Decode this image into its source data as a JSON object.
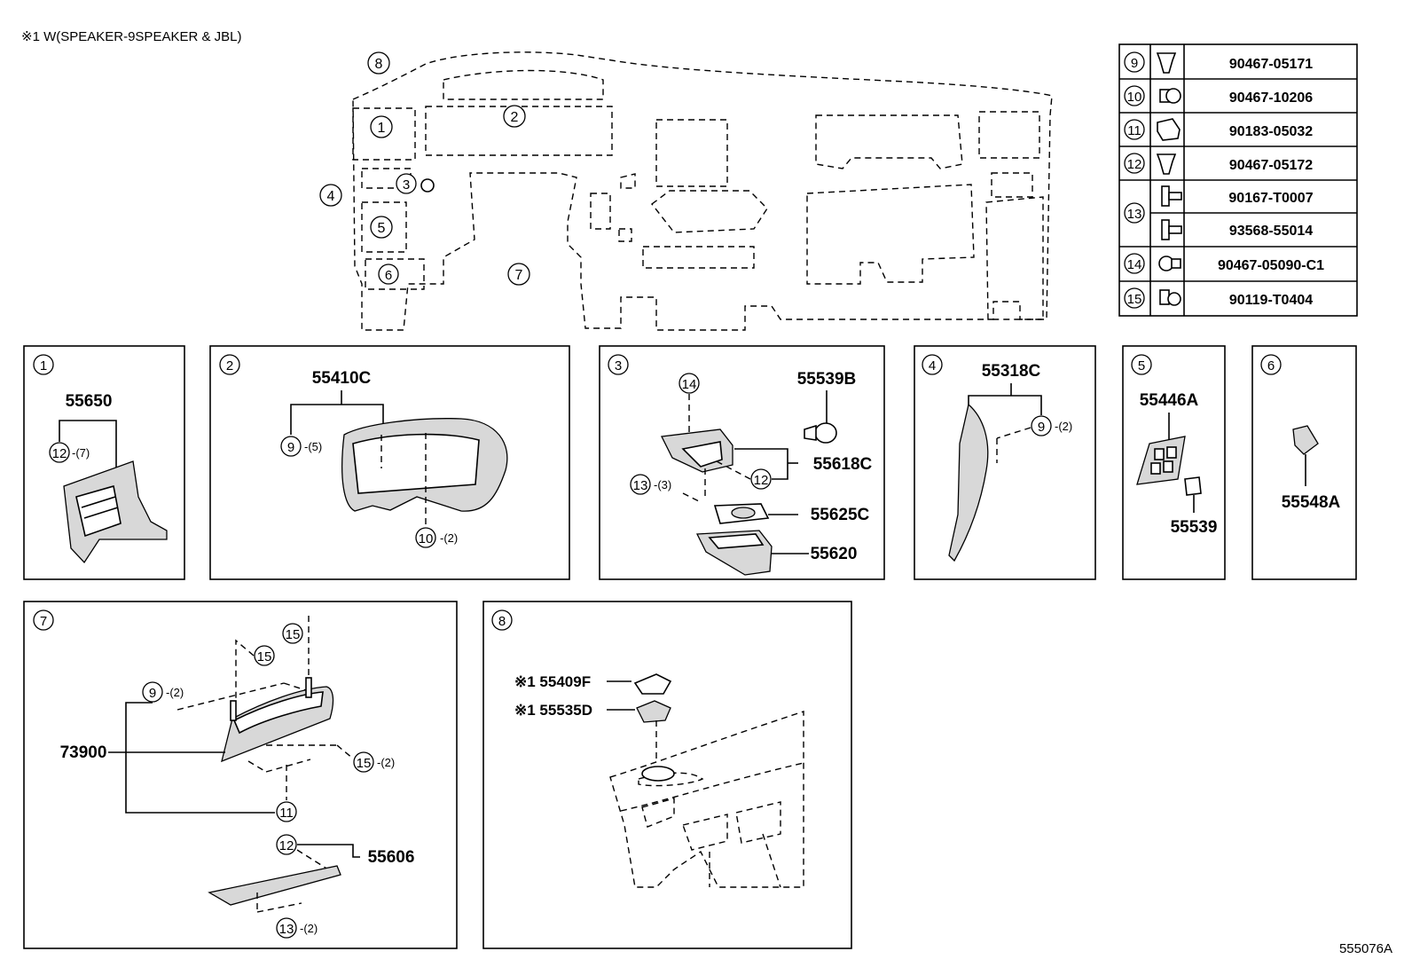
{
  "note": "※1 W(SPEAKER-9SPEAKER & JBL)",
  "figure_id": "555076A",
  "overview_callouts": [
    "1",
    "2",
    "3",
    "4",
    "5",
    "6",
    "7",
    "8"
  ],
  "parts_table": [
    {
      "ref": "9",
      "part": "90467-05171",
      "icon": "push-clip-icon"
    },
    {
      "ref": "10",
      "part": "90467-10206",
      "icon": "rivet-clip-icon"
    },
    {
      "ref": "11",
      "part": "90183-05032",
      "icon": "u-nut-icon"
    },
    {
      "ref": "12",
      "part": "90467-05172",
      "icon": "push-clip-icon"
    },
    {
      "ref": "13",
      "part": "90167-T0007",
      "icon": "screw-icon"
    },
    {
      "ref": "13",
      "part": "93568-55014",
      "icon": "screw-icon"
    },
    {
      "ref": "14",
      "part": "90467-05090-C1",
      "icon": "pin-clip-icon"
    },
    {
      "ref": "15",
      "part": "90119-T0404",
      "icon": "bolt-icon"
    }
  ],
  "panels": {
    "p1": {
      "ref": "1",
      "part_main": "55650",
      "clip": "12",
      "clip_qty": "-(7)"
    },
    "p2": {
      "ref": "2",
      "part_main": "55410C",
      "clip_a": "9",
      "clip_a_qty": "-(5)",
      "clip_b": "10",
      "clip_b_qty": "-(2)"
    },
    "p3": {
      "ref": "3",
      "clip_top": "14",
      "part_knob": "55539B",
      "part_holder": "55618C",
      "clip_12": "12",
      "clip_13": "13",
      "clip_13_qty": "-(3)",
      "part_insert": "55625C",
      "part_tray": "55620"
    },
    "p4": {
      "ref": "4",
      "part_main": "55318C",
      "clip": "9",
      "clip_qty": "-(2)"
    },
    "p5": {
      "ref": "5",
      "part_main": "55446A",
      "part_sub": "55539"
    },
    "p6": {
      "ref": "6",
      "part_main": "55548A"
    },
    "p7": {
      "ref": "7",
      "part_main": "73900",
      "clip_9": "9",
      "clip_9_qty": "-(2)",
      "clip_15a": "15",
      "clip_15b": "15",
      "clip_15c": "15",
      "clip_15c_qty": "-(2)",
      "clip_11": "11",
      "clip_12": "12",
      "part_lower": "55606",
      "clip_13": "13",
      "clip_13_qty": "-(2)"
    },
    "p8": {
      "ref": "8",
      "part_a": "※1 55409F",
      "part_b": "※1 55535D"
    }
  }
}
